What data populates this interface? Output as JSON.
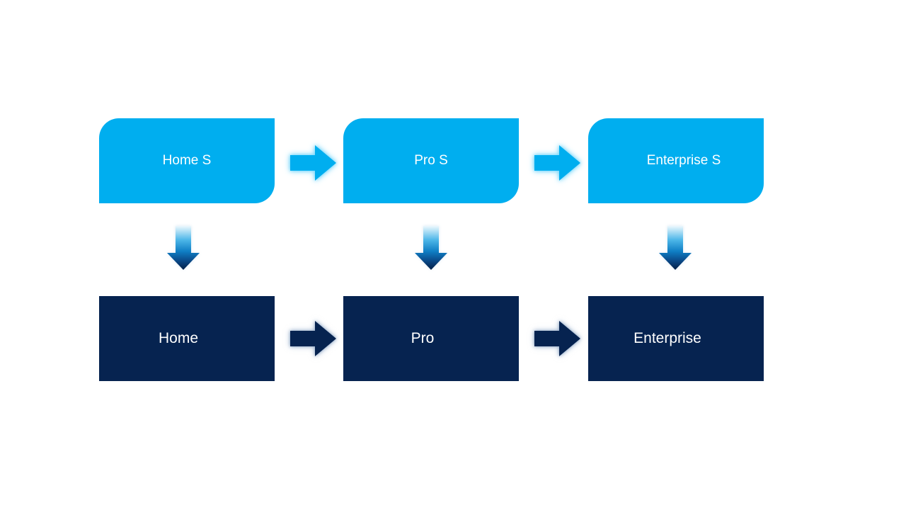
{
  "theme": {
    "bg": "#ffffff",
    "text": "#ffffff",
    "accent-light": "#00aeef",
    "accent-dark": "#062350",
    "glow-light": "#7fd9fb",
    "glow-dark": "#8aa4c4",
    "down-grad-top": "#ecf8fd",
    "down-grad-mid1": "#4cb6e8",
    "down-grad-mid2": "#0f7ec4",
    "down-grad-mid3": "#0a4886",
    "down-grad-bottom": "#041f46"
  },
  "diagram": {
    "top_row": [
      {
        "label": "Home S"
      },
      {
        "label": "Pro S"
      },
      {
        "label": "Enterprise S"
      }
    ],
    "bottom_row": [
      {
        "label": "Home"
      },
      {
        "label": "Pro"
      },
      {
        "label": "Enterprise"
      }
    ]
  }
}
